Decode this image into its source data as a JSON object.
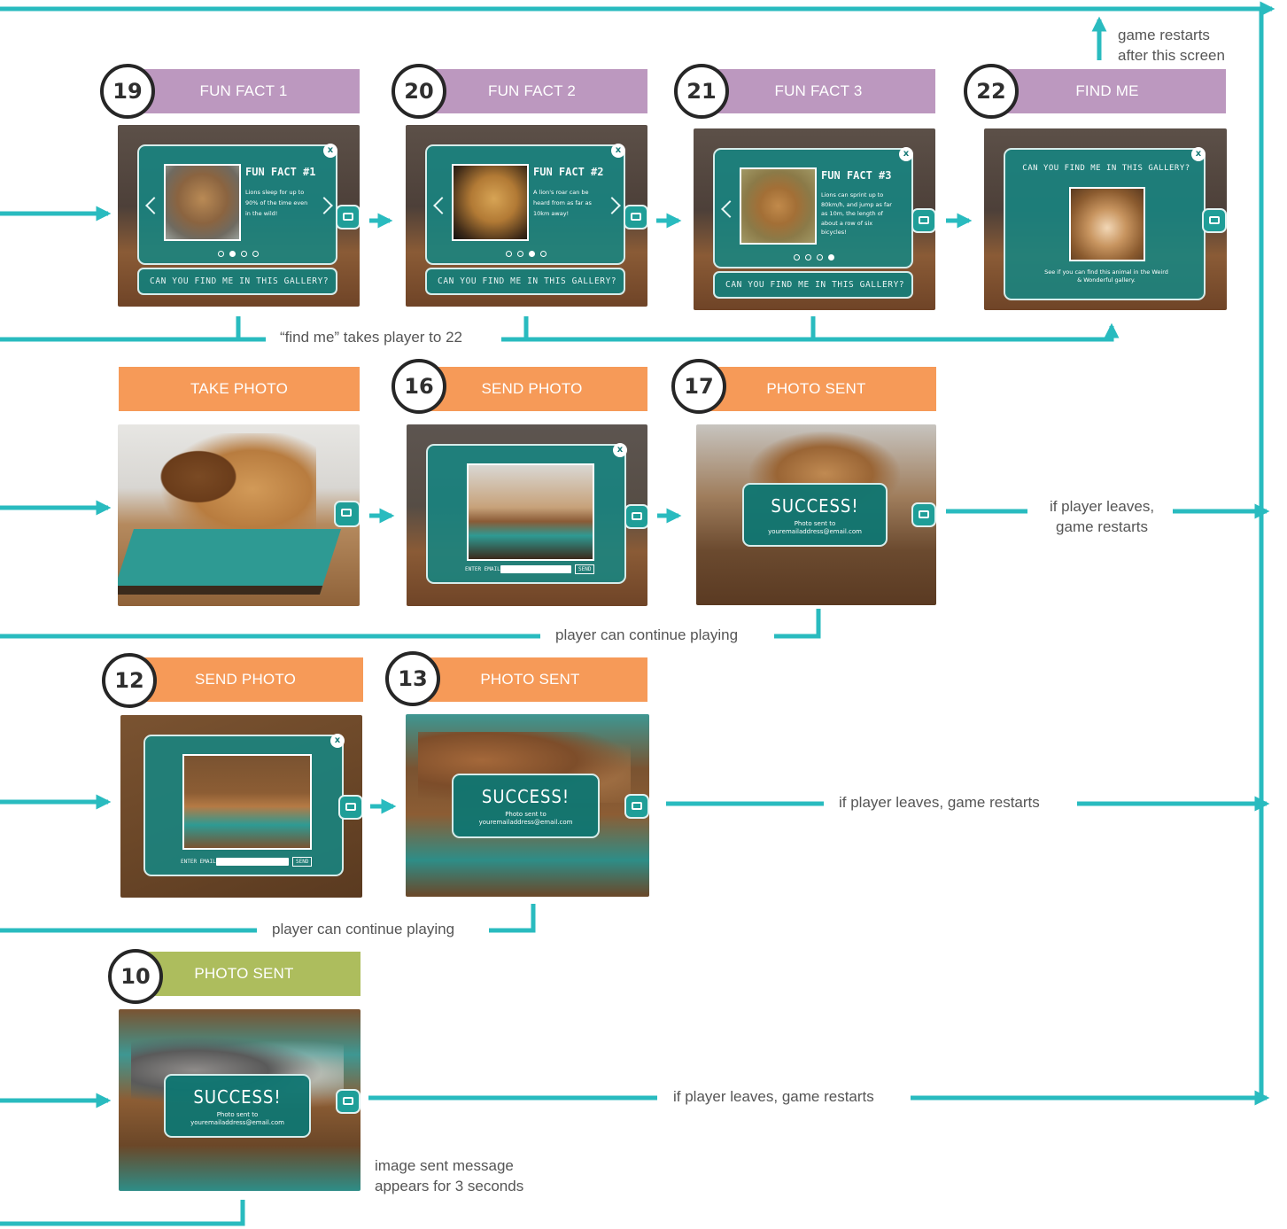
{
  "colors": {
    "flow": "#29bbbf",
    "purple": "#bc98bf",
    "orange": "#f69a58",
    "green": "#adbd5d",
    "badge_border": "#262626",
    "panel_teal": "#178582",
    "note_text": "#555555"
  },
  "screens": {
    "ff1": {
      "badge": "19",
      "title": "FUN FACT 1",
      "heading": "FUN FACT #1",
      "text": "Lions sleep for up to 90% of the time even in the wild!",
      "find": "CAN YOU FIND ME IN THIS GALLERY?"
    },
    "ff2": {
      "badge": "20",
      "title": "FUN FACT 2",
      "heading": "FUN FACT #2",
      "text": "A lion's roar can be heard from as far as 10km away!",
      "find": "CAN YOU FIND ME IN THIS GALLERY?"
    },
    "ff3": {
      "badge": "21",
      "title": "FUN FACT 3",
      "heading": "FUN FACT #3",
      "text": "Lions can sprint up to 80km/h, and jump as far as 10m, the length of about a row of six bicycles!",
      "find": "CAN YOU FIND ME IN THIS GALLERY?"
    },
    "findme": {
      "badge": "22",
      "title": "FIND ME",
      "heading": "CAN YOU FIND ME IN THIS GALLERY?",
      "text": "See if you can find this animal in the Weird & Wonderful gallery."
    },
    "takephoto": {
      "title": "TAKE PHOTO"
    },
    "send16": {
      "badge": "16",
      "title": "SEND PHOTO",
      "email_label": "ENTER EMAIL",
      "send_label": "SEND"
    },
    "sent17": {
      "badge": "17",
      "title": "PHOTO SENT",
      "success": "SUCCESS!",
      "sent_to": "Photo sent to",
      "email": "youremailaddress@email.com"
    },
    "send12": {
      "badge": "12",
      "title": "SEND PHOTO",
      "email_label": "ENTER EMAIL",
      "send_label": "SEND"
    },
    "sent13": {
      "badge": "13",
      "title": "PHOTO SENT",
      "success": "SUCCESS!",
      "sent_to": "Photo sent to",
      "email": "youremailaddress@email.com"
    },
    "sent10": {
      "badge": "10",
      "title": "PHOTO SENT",
      "success": "SUCCESS!",
      "sent_to": "Photo sent to",
      "email": "youremailaddress@email.com"
    }
  },
  "notes": {
    "restart_after": "game restarts after this screen",
    "find_me": "“find me” takes player to 22",
    "leaves_1": "if player leaves, game restarts",
    "continue_1": "player can continue playing",
    "leaves_2": "if player leaves, game restarts",
    "continue_2": "player can continue playing",
    "leaves_3": "if player leaves, game restarts",
    "image_sent": "image sent message appears for 3 seconds"
  }
}
